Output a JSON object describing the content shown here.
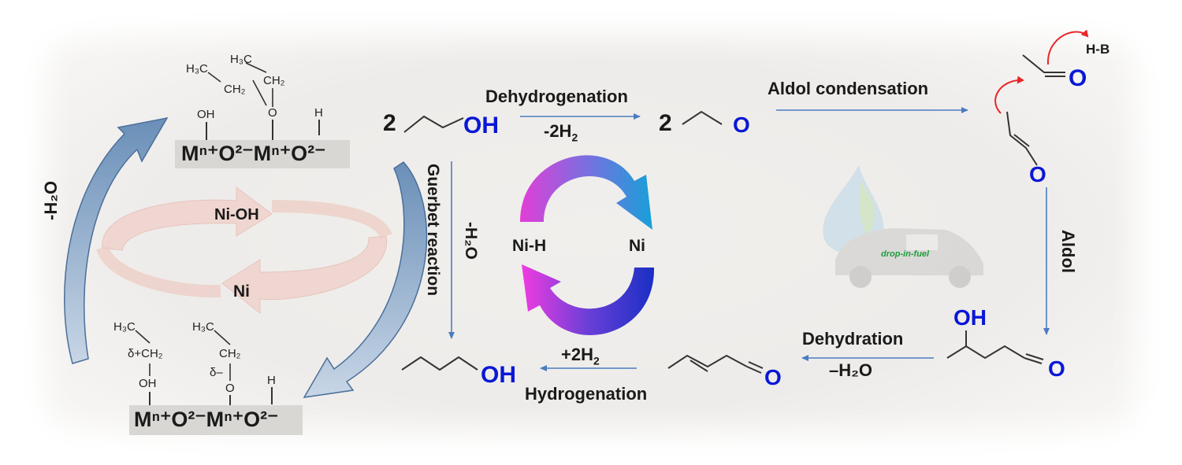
{
  "labels": {
    "dehydrogenation": "Dehydrogenation",
    "minus_2h2": "-2H",
    "minus_2h2_sub": "2",
    "aldol_condensation": "Aldol condensation",
    "hb": "H-B",
    "coef_ethanol": "2",
    "coef_acetaldehyde": "2",
    "oh": "OH",
    "o": "O",
    "aldol": "Aldol",
    "dehydration": "Dehydration",
    "minus_h2o_dehydration": "–H₂O",
    "hydrogenation": "Hydrogenation",
    "plus_2h2": "+2H",
    "plus_2h2_sub": "2",
    "guerbet_reaction": "Guerbet reaction",
    "minus_h2o_guerbet": "-H₂O",
    "minus_h2o_left": "-H₂O",
    "ni_h": "Ni-H",
    "ni": "Ni",
    "ni_oh": "Ni-OH",
    "ni_left": "Ni",
    "drop_in_fuel": "drop-in-fuel"
  },
  "surface_top": {
    "oh": "OH",
    "h": "H",
    "o": "O",
    "h3c": "H₃C",
    "ch2": "CH₂",
    "h3c_b": "H₃C",
    "ch2_b": "CH₂",
    "metal_row": "Mⁿ⁺O²⁻Mⁿ⁺O²⁻"
  },
  "surface_bottom": {
    "h3c": "H₃C",
    "ch2": "δ+CH₂",
    "oh": "OH",
    "h3c_b": "H₃C",
    "ch2_b": "CH₂",
    "delta_o": "δ–",
    "o": "O",
    "h": "H",
    "metal_row": "Mⁿ⁺O²⁻Mⁿ⁺O²⁻"
  },
  "colors": {
    "arrow_blue": "#4a7cc0",
    "text_blue": "#0a17d6",
    "curved_arrow_red": "#e8262a",
    "cycle_magenta": "#e23ed6",
    "cycle_blue": "#1f8fd8"
  }
}
